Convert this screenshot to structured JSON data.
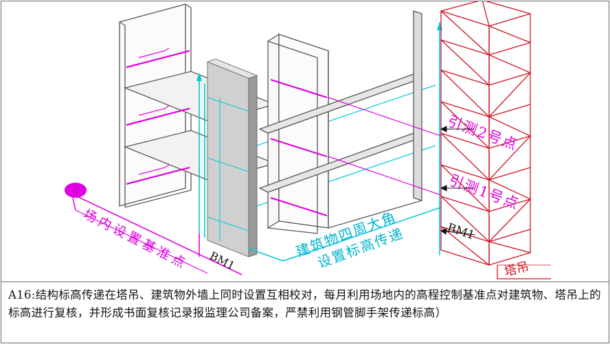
{
  "labels": {
    "survey_point_2": "引测2号点",
    "survey_point_1": "引测1号点",
    "bm1_right": "BM1",
    "bm1_left": "BM1",
    "site_benchmark": "场内设置基准点",
    "building_corner_line1": "建筑物四周大角",
    "building_corner_line2": "设置标高传递",
    "tower_crane": "塔吊"
  },
  "caption": {
    "text": "A16:结构标高传递在塔吊、建筑物外墙上同时设置互相校对，每月利用场地内的高程控制基准点对建筑物、塔吊上的标高进行复核，并形成书面复核记录报监理公司备案，严禁利用钢管脚手架传递标高）"
  },
  "colors": {
    "magenta": "#e000e0",
    "cyan": "#00c8d8",
    "crane_red": "#d01020",
    "structure_gray": "#555555",
    "panel_fill": "#d0d0d0"
  }
}
